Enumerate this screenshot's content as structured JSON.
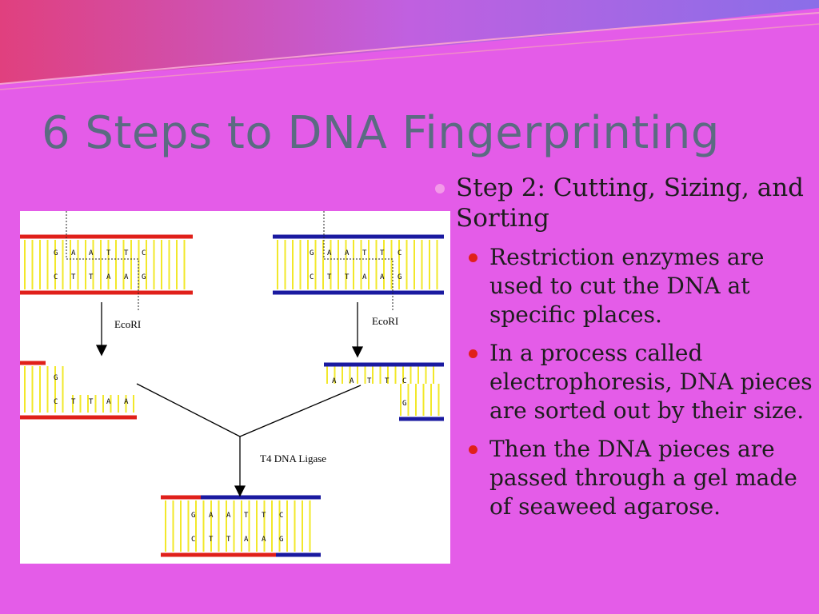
{
  "title": "6 Steps to DNA Fingerprinting",
  "bullet_main": "Step 2: Cutting, Sizing, and Sorting",
  "sub_bullets": [
    "Restriction enzymes are used to cut the DNA at specific places.",
    "In a process called electrophoresis, DNA pieces are sorted out by their size.",
    "Then the DNA pieces are passed through a gel made of seaweed agarose."
  ],
  "diagram": {
    "enzyme_left": "EcoRI",
    "enzyme_right": "EcoRI",
    "ligase": "T4 DNA Ligase",
    "top_left": {
      "top": [
        "G",
        "A",
        "A",
        "T",
        "T",
        "C"
      ],
      "bottom": [
        "C",
        "T",
        "T",
        "A",
        "A",
        "G"
      ]
    },
    "top_right": {
      "top": [
        "G",
        "A",
        "A",
        "T",
        "T",
        "C"
      ],
      "bottom": [
        "C",
        "T",
        "T",
        "A",
        "A",
        "G"
      ]
    },
    "mid_left": {
      "top": [
        "G"
      ],
      "bottom": [
        "C",
        "T",
        "T",
        "A",
        "A"
      ]
    },
    "mid_right": {
      "top": [
        "A",
        "A",
        "T",
        "T",
        "C"
      ],
      "bottom": [
        "G"
      ]
    },
    "result": {
      "top": [
        "G",
        "A",
        "A",
        "T",
        "T",
        "C"
      ],
      "bottom": [
        "C",
        "T",
        "T",
        "A",
        "A",
        "G"
      ]
    }
  },
  "colors": {
    "background": "#e45ce8",
    "title": "#5b6b82",
    "red_strand": "#e0201a",
    "blue_strand": "#1a1aa0",
    "rung": "#f2e82a"
  }
}
